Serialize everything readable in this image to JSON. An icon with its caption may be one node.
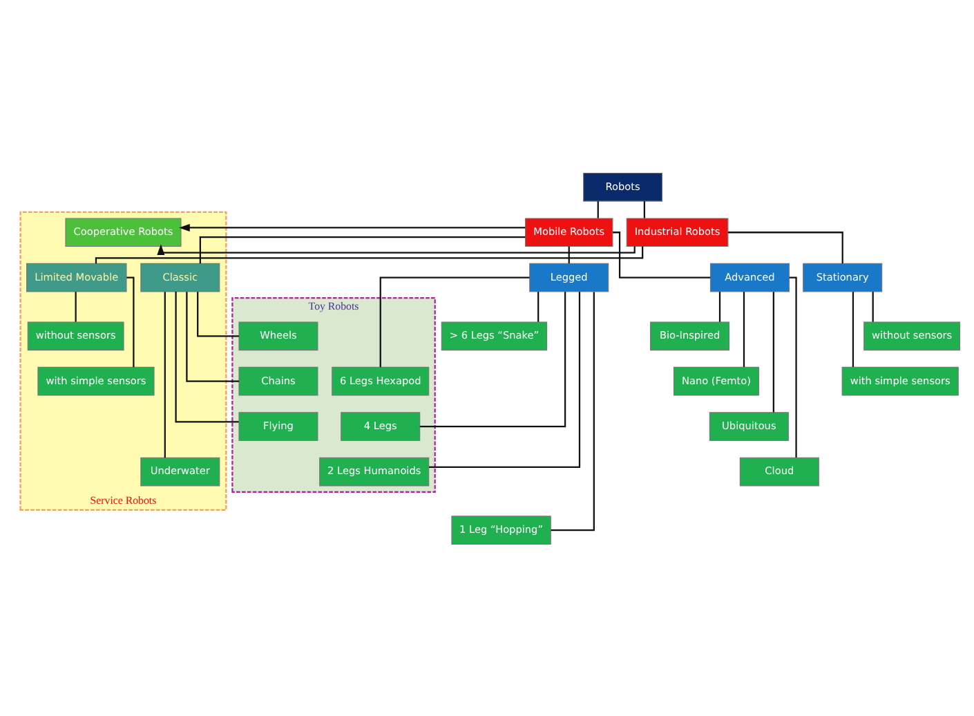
{
  "diagram": {
    "nodes": [
      {
        "text": [
          "Robots"
        ]
      },
      {
        "text": [
          "Service Robots"
        ]
      },
      {
        "text": [
          "Industrial Robots"
        ]
      },
      {
        "text": [
          "Cooperative Robots"
        ],
        "in": 1
      },
      {
        "text": [
          "Mobile Robots"
        ]
      },
      {
        "text": [
          "Stationary"
        ]
      },
      {
        "text": [
          "Limited Movable"
        ],
        "in": 1
      },
      {
        "text": [
          "Classic"
        ],
        "in": 1
      },
      {
        "text": [
          "Legged"
        ]
      },
      {
        "text": [
          "Advanced"
        ]
      },
      {
        "text": [
          "without sensors"
        ]
      },
      {
        "text": [
          "with simple sensors"
        ]
      },
      {
        "text": [
          "without sensors"
        ],
        "in": 1
      },
      {
        "text": [
          "with simple sensors"
        ],
        "in": 1
      },
      {
        "text": [
          "Toy Robots"
        ]
      },
      {
        "text": [
          "Wheels"
        ],
        "in": 14
      },
      {
        "text": [
          "Chains"
        ],
        "in": 14
      },
      {
        "text": [
          "Flying"
        ],
        "in": 14
      },
      {
        "text": [
          "Underwater"
        ],
        "in": 1
      },
      {
        "text": [
          "> 6 Legs “Snake”"
        ]
      },
      {
        "text": [
          "6 Legs Hexapod"
        ],
        "in": 14
      },
      {
        "text": [
          "4 Legs"
        ],
        "in": 14
      },
      {
        "text": [
          "2 Legs Humanoids"
        ],
        "in": 14
      },
      {
        "text": [
          "1 Leg “Hopping”"
        ]
      },
      {
        "text": [
          "Bio-Inspired"
        ]
      },
      {
        "text": [
          "Nano (Femto)"
        ]
      },
      {
        "text": [
          "Ubiquitous"
        ]
      },
      {
        "text": [
          "Cloud"
        ]
      }
    ],
    "edges": [
      {
        "from": 0,
        "to": 2,
        "arrow": "none"
      },
      {
        "from": 0,
        "to": 4,
        "arrow": "none"
      },
      {
        "from": 2,
        "to": 3,
        "arrow": "to"
      },
      {
        "from": 4,
        "to": 3,
        "arrow": "to"
      },
      {
        "from": 2,
        "to": 5,
        "arrow": "none"
      },
      {
        "from": 2,
        "to": 6,
        "arrow": "none"
      },
      {
        "from": 4,
        "to": 7,
        "arrow": "none"
      },
      {
        "from": 4,
        "to": 8,
        "arrow": "none"
      },
      {
        "from": 4,
        "to": 9,
        "arrow": "none"
      },
      {
        "from": 5,
        "to": 10,
        "arrow": "none"
      },
      {
        "from": 5,
        "to": 11,
        "arrow": "none"
      },
      {
        "from": 6,
        "to": 12,
        "arrow": "none"
      },
      {
        "from": 6,
        "to": 13,
        "arrow": "none"
      },
      {
        "from": 7,
        "to": 15,
        "arrow": "none"
      },
      {
        "from": 7,
        "to": 16,
        "arrow": "none"
      },
      {
        "from": 7,
        "to": 17,
        "arrow": "none"
      },
      {
        "from": 7,
        "to": 18,
        "arrow": "none"
      },
      {
        "from": 8,
        "to": 19,
        "arrow": "none"
      },
      {
        "from": 8,
        "to": 20,
        "arrow": "none"
      },
      {
        "from": 8,
        "to": 21,
        "arrow": "none"
      },
      {
        "from": 8,
        "to": 22,
        "arrow": "none"
      },
      {
        "from": 8,
        "to": 23,
        "arrow": "none"
      },
      {
        "from": 9,
        "to": 24,
        "arrow": "none"
      },
      {
        "from": 9,
        "to": 25,
        "arrow": "none"
      },
      {
        "from": 9,
        "to": 26,
        "arrow": "none"
      },
      {
        "from": 9,
        "to": 27,
        "arrow": "none"
      }
    ]
  }
}
